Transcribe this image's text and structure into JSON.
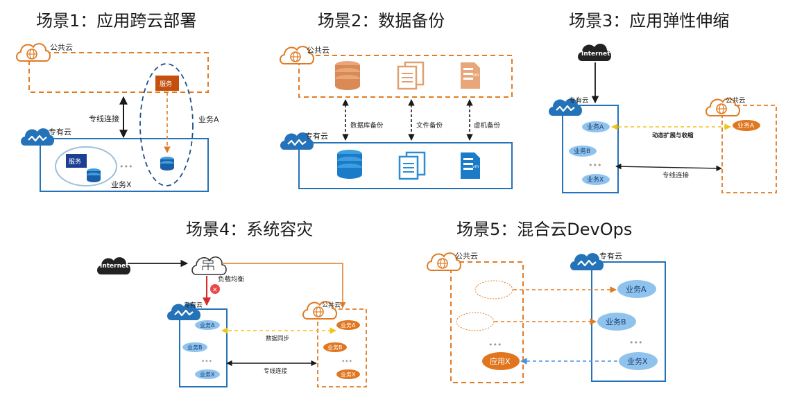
{
  "scenes": [
    {
      "title": "场景1：应用跨云部署",
      "public_cloud": "公共云",
      "private_cloud": "专有云",
      "service": "服务",
      "dedicated_line": "专线连接",
      "business_a": "业务A",
      "business_x": "业务X",
      "dots": "•••"
    },
    {
      "title": "场景2：数据备份",
      "public_cloud": "公共云",
      "private_cloud": "专有云",
      "db_backup": "数据库备份",
      "file_backup": "文件备份",
      "vm_backup": "虚机备份",
      "vm_tag": "vm"
    },
    {
      "title": "场景3：应用弹性伸缩",
      "internet": "Internet",
      "private_cloud": "专有云",
      "public_cloud": "公共云",
      "business_a": "业务A",
      "business_b": "业务B",
      "business_x": "业务X",
      "public_business_a": "业务A",
      "elastic": "动态扩展与收缩",
      "dedicated_line": "专线连接",
      "dots": "•••"
    },
    {
      "title": "场景4：系统容灾",
      "internet": "Internet",
      "load_balance": "负载均衡",
      "private_cloud": "专有云",
      "public_cloud": "公共云",
      "business_a": "业务A",
      "business_b": "业务B",
      "business_x": "业务X",
      "public_business_a": "业务A",
      "public_business_b": "业务B",
      "public_business_x": "业务X",
      "data_sync": "数据同步",
      "dedicated_line": "专线连接",
      "dots": "•••",
      "fail_mark": "✕"
    },
    {
      "title": "场景5：混合云DevOps",
      "public_cloud": "公共云",
      "private_cloud": "专有云",
      "business_a": "业务A",
      "business_b": "业务B",
      "business_x": "业务X",
      "app_x": "应用X",
      "dots": "•••"
    }
  ],
  "colors": {
    "orange": "#e07b24",
    "blue": "#2472b8",
    "light_blue": "#7db7e8",
    "dark": "#1a1a1a",
    "red": "#d62b2b",
    "yellow": "#f0c419",
    "dashed_blue": "#4a90d9"
  },
  "icons": [
    "public-cloud-icon",
    "private-cloud-icon",
    "internet-cloud-icon",
    "database-icon",
    "file-icon",
    "server-vm-icon",
    "load-balancer-icon"
  ]
}
